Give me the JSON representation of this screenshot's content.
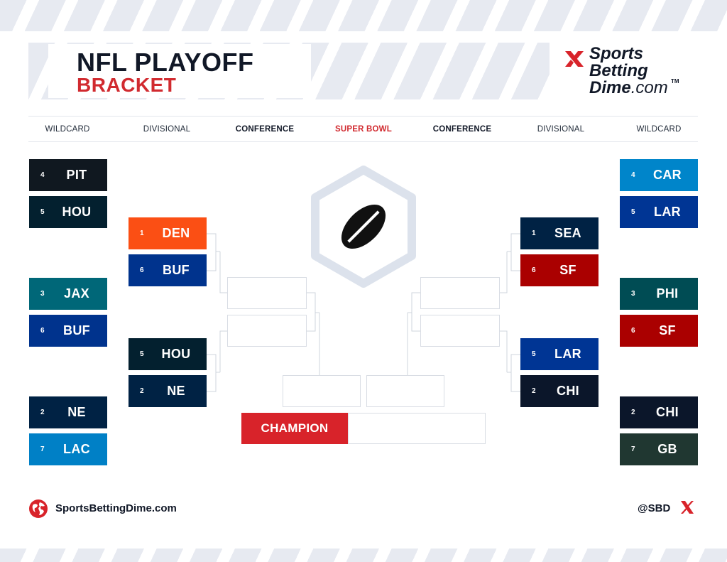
{
  "header": {
    "title_line1": "NFL PLAYOFF",
    "title_line2": "BRACKET",
    "brand_word1": "Sports",
    "brand_word2": "Betting",
    "brand_word3_main": "Dime",
    "brand_word3_suffix": ".com",
    "brand_tm": "TM"
  },
  "rounds": {
    "left_wildcard": "WILDCARD",
    "left_divisional": "DIVISIONAL",
    "left_conference": "CONFERENCE",
    "super_bowl": "SUPER BOWL",
    "right_conference": "CONFERENCE",
    "right_divisional": "DIVISIONAL",
    "right_wildcard": "WILDCARD"
  },
  "left_wildcard": [
    {
      "seed": "4",
      "team": "PIT",
      "color": "#101820"
    },
    {
      "seed": "5",
      "team": "HOU",
      "color": "#03202F"
    },
    {
      "seed": "3",
      "team": "JAX",
      "color": "#006778"
    },
    {
      "seed": "6",
      "team": "BUF",
      "color": "#00338D"
    },
    {
      "seed": "2",
      "team": "NE",
      "color": "#002244"
    },
    {
      "seed": "7",
      "team": "LAC",
      "color": "#0080C6"
    }
  ],
  "left_divisional": [
    {
      "seed": "1",
      "team": "DEN",
      "color": "#FB4F14"
    },
    {
      "seed": "6",
      "team": "BUF",
      "color": "#00338D"
    },
    {
      "seed": "5",
      "team": "HOU",
      "color": "#03202F"
    },
    {
      "seed": "2",
      "team": "NE",
      "color": "#002244"
    }
  ],
  "right_wildcard": [
    {
      "seed": "4",
      "team": "CAR",
      "color": "#0085CA"
    },
    {
      "seed": "5",
      "team": "LAR",
      "color": "#003594"
    },
    {
      "seed": "3",
      "team": "PHI",
      "color": "#004C54"
    },
    {
      "seed": "6",
      "team": "SF",
      "color": "#AA0000"
    },
    {
      "seed": "2",
      "team": "CHI",
      "color": "#0B162A"
    },
    {
      "seed": "7",
      "team": "GB",
      "color": "#203731"
    }
  ],
  "right_divisional": [
    {
      "seed": "1",
      "team": "SEA",
      "color": "#002244"
    },
    {
      "seed": "6",
      "team": "SF",
      "color": "#AA0000"
    },
    {
      "seed": "5",
      "team": "LAR",
      "color": "#003594"
    },
    {
      "seed": "2",
      "team": "CHI",
      "color": "#0B162A"
    }
  ],
  "champion_label": "CHAMPION",
  "footer": {
    "site": "SportsBettingDime.com",
    "handle": "@SBD"
  },
  "icons": {
    "center": "football-icon",
    "globe": "globe-icon",
    "social": "x-icon",
    "brand": "brand-mark-icon"
  },
  "colors": {
    "accent_red": "#D8232A",
    "connector": "#D9DDE4",
    "emblem": "#DCE2EC"
  }
}
